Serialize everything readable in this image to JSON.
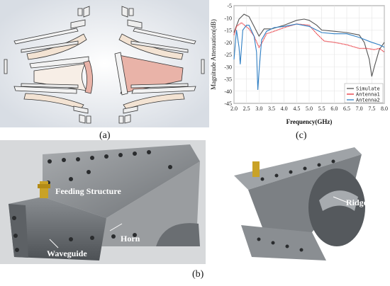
{
  "captions": {
    "a": "(a)",
    "b": "(b)",
    "c": "(c)"
  },
  "photo_labels": {
    "feeding_structure": "Feeding Structure",
    "horn": "Horn",
    "waveguide": "Waveguide",
    "ridge": "Ridge"
  },
  "colors": {
    "simulate": "#555555",
    "antenna1": "#e8333a",
    "antenna2": "#2f7fc4",
    "part_fill_light": "#f3e3d3",
    "part_fill_pink": "#e9b3a8"
  },
  "chart_data": {
    "type": "line",
    "xlabel": "Frequency(GHz)",
    "ylabel": "Magnitude Attenuation(dB)",
    "xlim": [
      2.0,
      8.0
    ],
    "ylim": [
      -45,
      -5
    ],
    "xticks": [
      2.0,
      2.5,
      3.0,
      3.5,
      4.0,
      4.5,
      5.0,
      5.5,
      6.0,
      6.5,
      7.0,
      7.5,
      8.0
    ],
    "yticks": [
      -5,
      -10,
      -15,
      -20,
      -25,
      -30,
      -35,
      -40,
      -45
    ],
    "legend_position": "bottom-right",
    "series": [
      {
        "name": "Simulate",
        "x": [
          2.0,
          2.2,
          2.4,
          2.6,
          2.8,
          3.0,
          3.2,
          3.5,
          4.0,
          4.5,
          4.8,
          5.0,
          5.3,
          5.5,
          6.0,
          6.5,
          7.0,
          7.2,
          7.4,
          7.5,
          7.6,
          7.8,
          8.0
        ],
        "y": [
          -16,
          -10.5,
          -8.5,
          -9.5,
          -13.5,
          -17.5,
          -14.5,
          -14.5,
          -13,
          -11,
          -10.5,
          -11,
          -13,
          -15,
          -15.5,
          -16,
          -17,
          -20,
          -27,
          -34,
          -30,
          -23,
          -20
        ]
      },
      {
        "name": "Antenna1",
        "x": [
          2.0,
          2.1,
          2.3,
          2.6,
          2.8,
          2.95,
          3.0,
          3.1,
          3.3,
          3.6,
          4.0,
          4.5,
          5.0,
          5.3,
          5.6,
          6.0,
          6.5,
          7.0,
          7.3,
          7.6,
          7.8,
          8.0
        ],
        "y": [
          -17,
          -13.5,
          -12,
          -14.5,
          -17.5,
          -21,
          -22,
          -20.5,
          -16.5,
          -15.5,
          -14,
          -12.5,
          -13,
          -16.5,
          -19.5,
          -20,
          -21,
          -22.5,
          -22.5,
          -23,
          -22.5,
          -24
        ]
      },
      {
        "name": "Antenna2",
        "x": [
          2.0,
          2.1,
          2.2,
          2.25,
          2.35,
          2.5,
          2.6,
          2.8,
          2.9,
          2.95,
          3.0,
          3.1,
          3.3,
          3.6,
          4.0,
          4.5,
          5.0,
          5.5,
          6.0,
          6.5,
          7.0,
          7.5,
          7.8,
          8.0
        ],
        "y": [
          -27,
          -15,
          -22,
          -29,
          -15,
          -13,
          -13,
          -17.5,
          -24,
          -39.5,
          -32,
          -19,
          -15.5,
          -14,
          -13.5,
          -12.5,
          -13.5,
          -16,
          -16.5,
          -16.5,
          -18,
          -20,
          -21,
          -22
        ]
      }
    ]
  }
}
